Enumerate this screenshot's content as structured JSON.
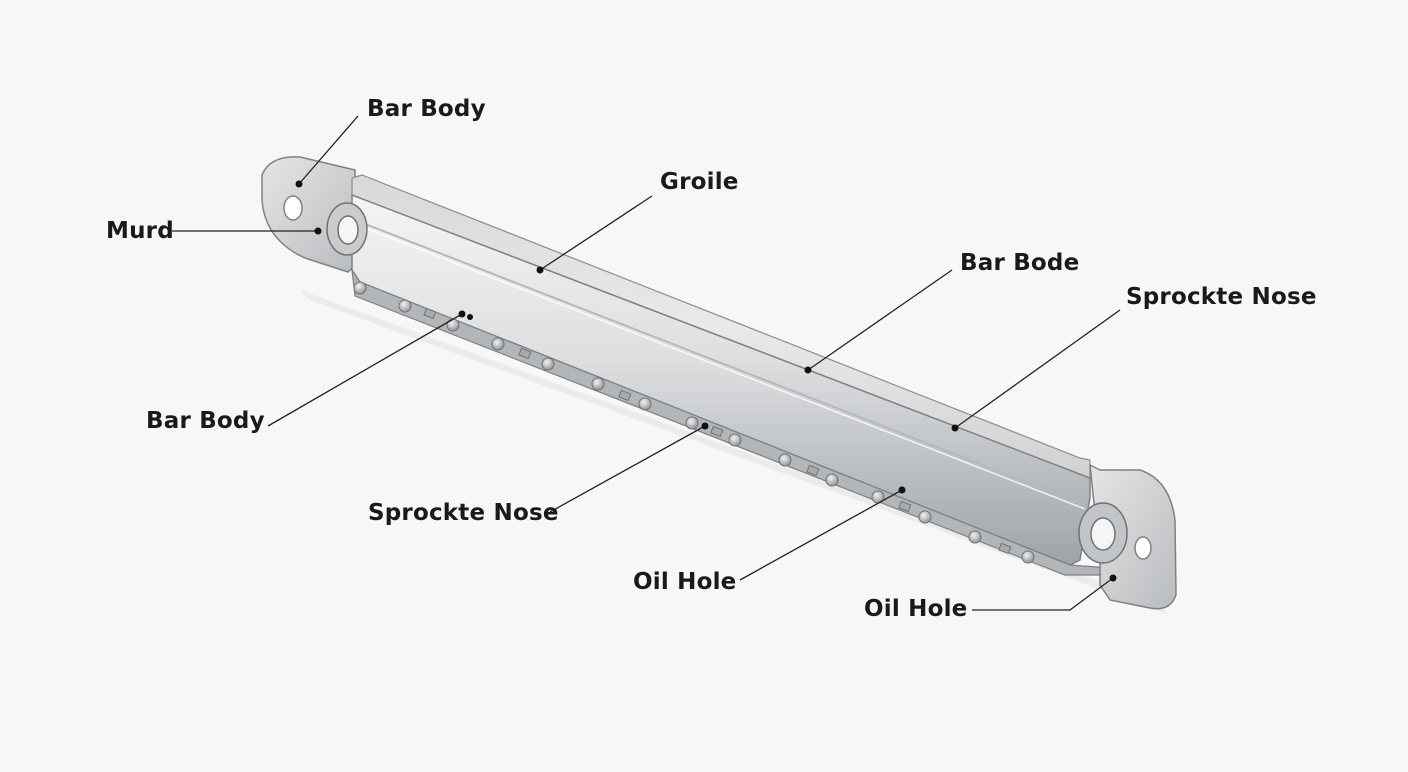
{
  "diagram": {
    "labels": {
      "bar_body_top": "Bar Body",
      "murd": "Murd",
      "groile": "Groile",
      "bar_bode": "Bar Bode",
      "sprockte_nose_right": "Sprockte Nose",
      "bar_body_left": "Bar Body",
      "sprockte_nose_bottom": "Sprockte Nose",
      "oil_hole_bottom": "Oil Hole",
      "oil_hole_right": "Oil Hole"
    }
  }
}
